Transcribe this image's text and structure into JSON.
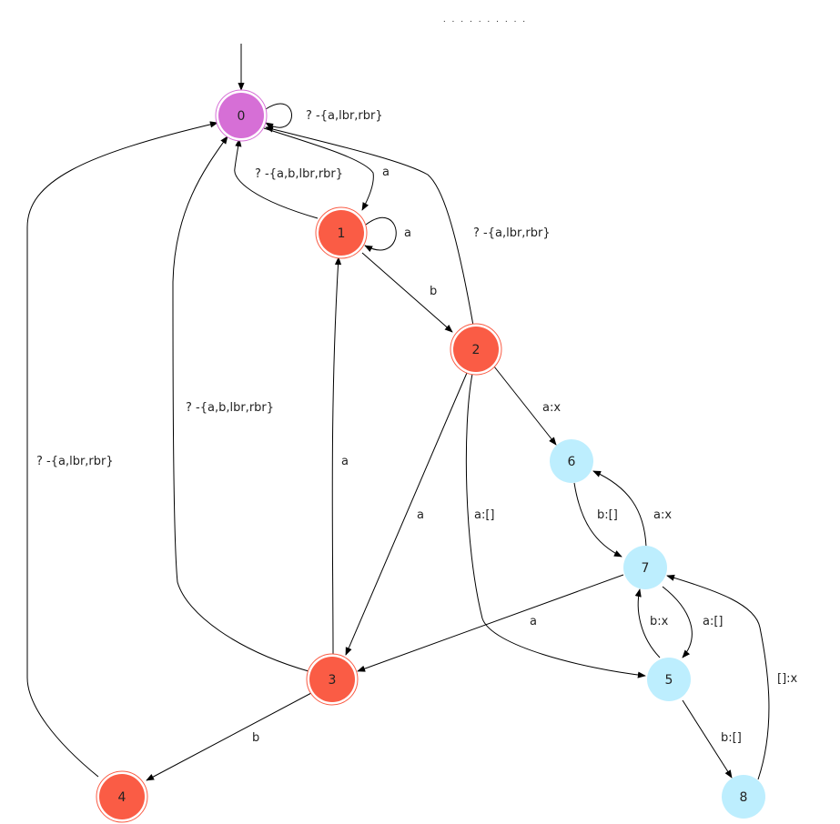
{
  "header": {
    "caption": ". . . . . . . . . ."
  },
  "colors": {
    "initial": "#d66fd6",
    "final": "#fa5c45",
    "plain": "#bdeefe"
  },
  "states": [
    {
      "id": "0",
      "label": "0",
      "kind": "initial"
    },
    {
      "id": "1",
      "label": "1",
      "kind": "final"
    },
    {
      "id": "2",
      "label": "2",
      "kind": "final"
    },
    {
      "id": "3",
      "label": "3",
      "kind": "final"
    },
    {
      "id": "4",
      "label": "4",
      "kind": "final"
    },
    {
      "id": "5",
      "label": "5",
      "kind": "plain"
    },
    {
      "id": "6",
      "label": "6",
      "kind": "plain"
    },
    {
      "id": "7",
      "label": "7",
      "kind": "plain"
    },
    {
      "id": "8",
      "label": "8",
      "kind": "plain"
    }
  ],
  "transitions": [
    {
      "from": "0",
      "to": "0",
      "label": "? -{a,lbr,rbr}"
    },
    {
      "from": "0",
      "to": "1",
      "label": "a"
    },
    {
      "from": "1",
      "to": "0",
      "label": "? -{a,b,lbr,rbr}"
    },
    {
      "from": "1",
      "to": "1",
      "label": "a"
    },
    {
      "from": "2",
      "to": "0",
      "label": "? -{a,lbr,rbr}"
    },
    {
      "from": "1",
      "to": "2",
      "label": "b"
    },
    {
      "from": "2",
      "to": "6",
      "label": "a:x"
    },
    {
      "from": "3",
      "to": "0",
      "label": "? -{a,b,lbr,rbr}"
    },
    {
      "from": "4",
      "to": "0",
      "label": "? -{a,lbr,rbr}"
    },
    {
      "from": "3",
      "to": "1",
      "label": "a"
    },
    {
      "from": "2",
      "to": "3",
      "label": "a"
    },
    {
      "from": "2",
      "to": "5",
      "label": "a:[]"
    },
    {
      "from": "6",
      "to": "7",
      "label": "b:[]"
    },
    {
      "from": "7",
      "to": "6",
      "label": "a:x"
    },
    {
      "from": "7",
      "to": "3",
      "label": "a"
    },
    {
      "from": "5",
      "to": "7",
      "label": "b:x"
    },
    {
      "from": "7",
      "to": "5",
      "label": "a:[]"
    },
    {
      "from": "8",
      "to": "7",
      "label": "[]:x"
    },
    {
      "from": "5",
      "to": "8",
      "label": "b:[]"
    },
    {
      "from": "3",
      "to": "4",
      "label": "b"
    }
  ]
}
